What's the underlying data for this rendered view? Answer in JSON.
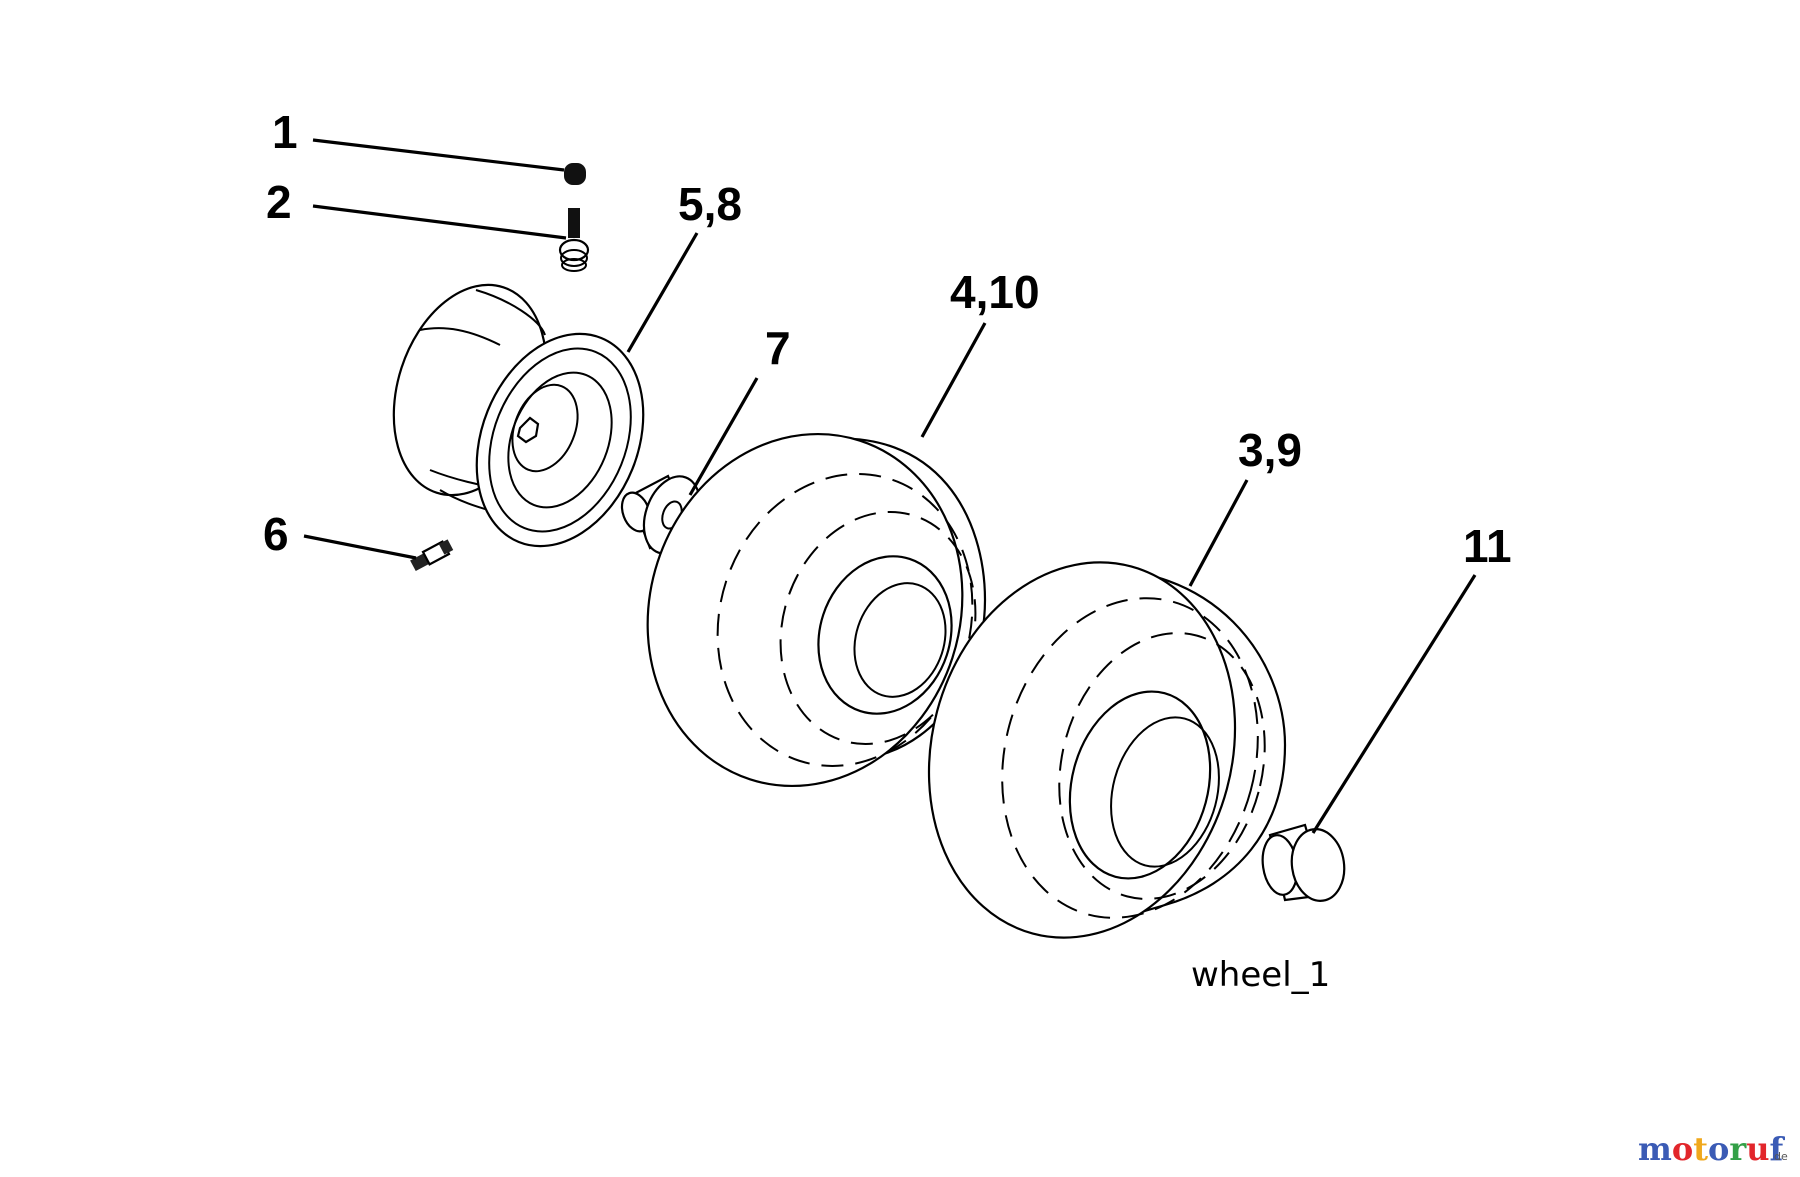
{
  "diagram": {
    "callouts": [
      "1",
      "2",
      "5,8",
      "4,10",
      "7",
      "3,9",
      "6",
      "11"
    ],
    "caption": "wheel_1"
  },
  "watermark": {
    "brand": "motoruf",
    "suffix": "de",
    "colors": [
      "#3b5bb5",
      "#e2262b",
      "#f0a81c",
      "#3b5bb5",
      "#33a047",
      "#e2262b",
      "#3b5bb5"
    ]
  }
}
